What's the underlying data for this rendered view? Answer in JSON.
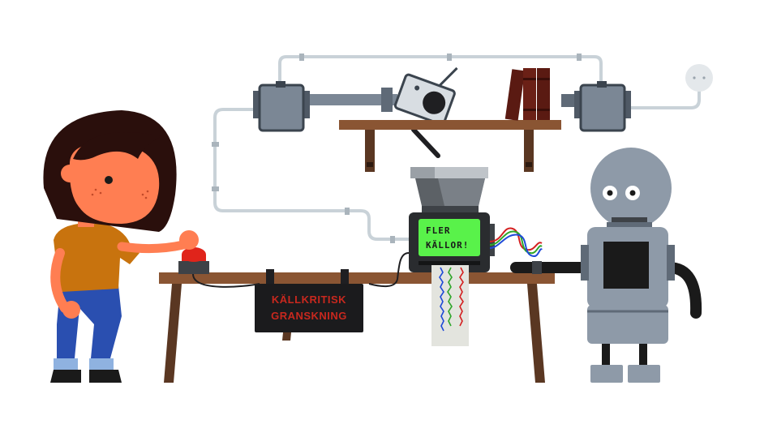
{
  "screen": {
    "line1": "FLER",
    "line2": "KÄLLOR!"
  },
  "sign": {
    "line1": "KÄLLKRITISK",
    "line2": "GRANSKNING"
  },
  "colors": {
    "background": "#ffffff",
    "table_wood": "#8a5533",
    "shelf_wood": "#8a5533",
    "pipe": "#c9d2d8",
    "box_metal": "#7b8795",
    "screen_green": "#59f24a",
    "sign_text": "#c8281e",
    "girl_shirt": "#c8730e",
    "girl_jeans": "#2a4fb0",
    "girl_skin": "#ff7e52",
    "girl_hair": "#2a0f0c",
    "robot_body": "#8e9aa8",
    "button_red": "#e0241b",
    "books": "#5a1a12"
  }
}
